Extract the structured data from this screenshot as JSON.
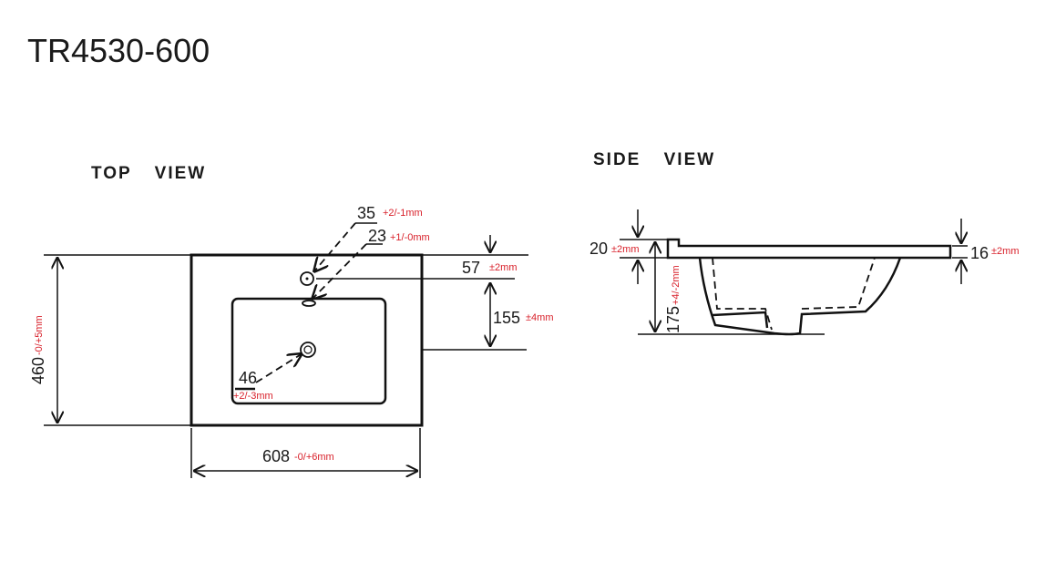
{
  "title": "TR4530-600",
  "top_view": {
    "label": "TOP VIEW",
    "depth": {
      "value": "460",
      "tolerance": "-0/+5mm"
    },
    "width": {
      "value": "608",
      "tolerance": "-0/+6mm"
    },
    "tap_hole": {
      "value": "35",
      "tolerance": "+2/-1mm"
    },
    "overflow": {
      "value": "23",
      "tolerance": "+1/-0mm"
    },
    "tap_offset": {
      "value": "57",
      "tolerance": "±2mm"
    },
    "drain_offset": {
      "value": "155",
      "tolerance": "±4mm"
    },
    "drain": {
      "value": "46",
      "tolerance": "+2/-3mm"
    }
  },
  "side_view": {
    "label": "SIDE VIEW",
    "rim_left": {
      "value": "20",
      "tolerance": "±2mm"
    },
    "height": {
      "value": "175",
      "tolerance": "+4/-2mm"
    },
    "rim_right": {
      "value": "16",
      "tolerance": "±2mm"
    }
  }
}
